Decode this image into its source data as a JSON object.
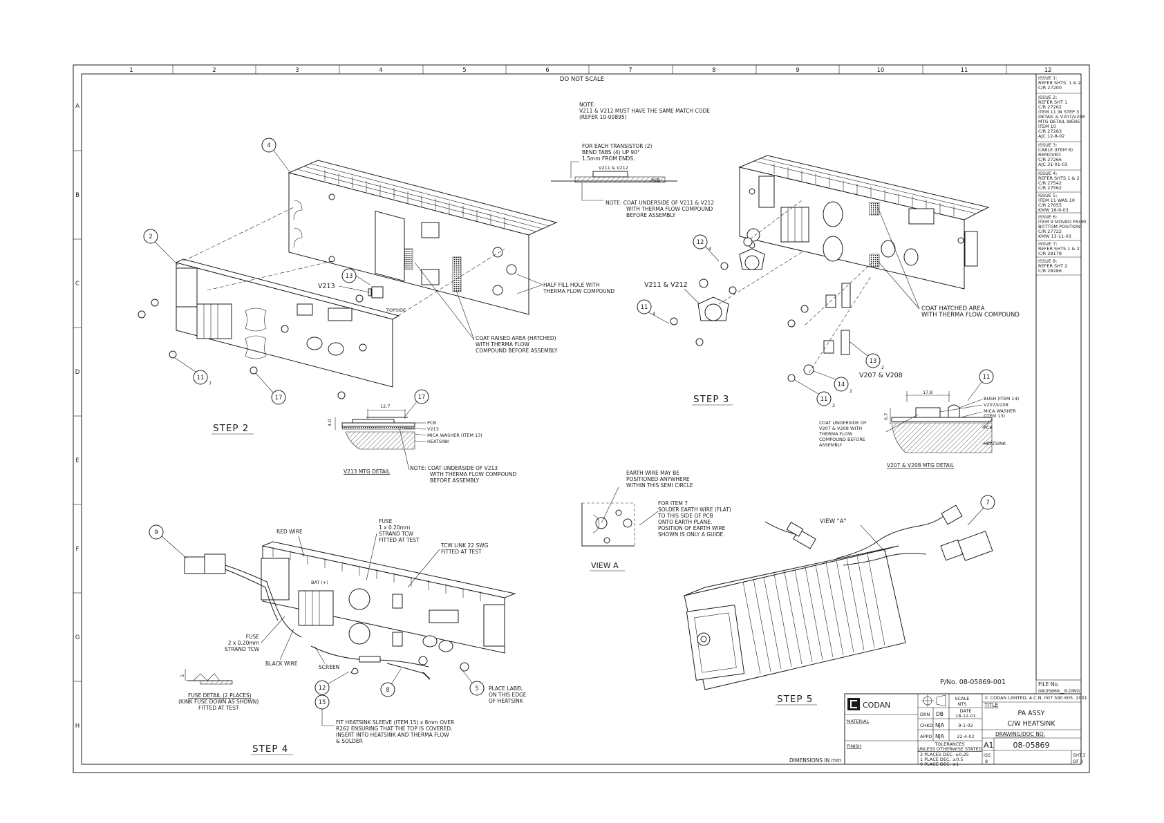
{
  "frame": {
    "col_labels": [
      "1",
      "2",
      "3",
      "4",
      "5",
      "6",
      "7",
      "8",
      "9",
      "10",
      "11",
      "12"
    ],
    "row_labels": [
      "A",
      "B",
      "C",
      "D",
      "E",
      "F",
      "G",
      "H"
    ],
    "do_not_scale": "DO NOT SCALE"
  },
  "notes": {
    "match_note_1": "NOTE:",
    "match_note_2": "V211 & V212 MUST HAVE THE SAME MATCH CODE",
    "match_note_3": "(REFER 10-00895)",
    "bend_1": "FOR EACH TRANSISTOR (2)",
    "bend_2": "BEND TABS (4) UP 90°",
    "bend_3": "1.5mm FROM ENDS.",
    "bend_small": "V211 & V212",
    "bend_pcb": "PCB",
    "coat_v211_1": "NOTE: COAT UNDERSIDE OF V211 & V212",
    "coat_v211_2": "WITH THERMA FLOW COMPOUND",
    "coat_v211_3": "BEFORE ASSEMBLY"
  },
  "step2": {
    "label": "STEP 2",
    "v213": "V213",
    "topside": "TOPSIDE",
    "half_fill_1": "HALF FILL HOLE WITH",
    "half_fill_2": "THERMA FLOW COMPOUND",
    "coat_raised_1": "COAT RAISED AREA (HATCHED)",
    "coat_raised_2": "WITH THERMA FLOW",
    "coat_raised_3": "COMPOUND BEFORE ASSEMBLY",
    "balloons": [
      "4",
      "2",
      "13",
      "11",
      "17"
    ],
    "sub_7": "7"
  },
  "v213_detail": {
    "title": "V213 MTG DETAIL",
    "dim_w": "12.7",
    "dim_h": "4.0",
    "balloon": "17",
    "labels": [
      "PCB",
      "V213",
      "MICA WASHER (ITEM 13)",
      "HEATSINK"
    ],
    "note_1": "NOTE: COAT UNDERSIDE OF V213",
    "note_2": "WITH THERMA FLOW COMPOUND",
    "note_3": "BEFORE ASSEMBLY"
  },
  "step3": {
    "label": "STEP 3",
    "v211": "V211 & V212",
    "v207": "V207 & V208",
    "coat_hatched_1": "COAT HATCHED AREA",
    "coat_hatched_2": "WITH THERMA FLOW COMPOUND",
    "balloons": [
      "12",
      "11",
      "13",
      "14",
      "11",
      "11"
    ],
    "subs": [
      "4",
      "4",
      "2",
      "2",
      "2"
    ]
  },
  "v207_detail": {
    "title": "V207 & V208 MTG DETAIL",
    "dim_w": "17.8",
    "dim_h": "6.7",
    "labels": [
      "BUSH (ITEM 14)",
      "V207/V208",
      "MICA WASHER",
      "(ITEM 13)",
      "PCB",
      "HEATSINK"
    ],
    "coat_1": "COAT UNDERSIDE OF",
    "coat_2": "V207 & V208 WITH",
    "coat_3": "THERMA FLOW",
    "coat_4": "COMPOUND BEFORE",
    "coat_5": "ASSEMBLY"
  },
  "view_a": {
    "label": "VIEW A",
    "earth_1": "EARTH WIRE MAY BE",
    "earth_2": "POSITIONED ANYWHERE",
    "earth_3": "WITHIN THIS SEMI CIRCLE",
    "item7_1": "FOR ITEM 7",
    "item7_2": "SOLDER EARTH WIRE (FLAT)",
    "item7_3": "TO THIS SIDE OF PCB",
    "item7_4": "ONTO EARTH PLANE.",
    "item7_5": "POSITION OF EARTH WIRE",
    "item7_6": "SHOWN IS ONLY A GUIDE"
  },
  "step4": {
    "label": "STEP 4",
    "red_wire": "RED WIRE",
    "fuse_1": "FUSE",
    "fuse_2": "1 x 0.20mm",
    "fuse_3": "STRAND TCW",
    "fuse_4": "FITTED AT TEST",
    "tcw_1": "TCW LINK 22 SWG",
    "tcw_2": "FITTED AT TEST",
    "bat": "BAT (+)",
    "fuse2_1": "FUSE",
    "fuse2_2": "2 x 0.20mm",
    "fuse2_3": "STRAND TCW",
    "black_wire": "BLACK WIRE",
    "screen": "SCREEN",
    "fuse_detail_1": "FUSE DETAIL (2 PLACES)",
    "fuse_detail_2": "(KINK FUSE DOWN AS SHOWN)",
    "fuse_detail_3": "FITTED AT TEST",
    "fuse_dim": "5",
    "place_1": "PLACE LABEL",
    "place_2": "ON THIS EDGE",
    "place_3": "OF HEATSINK",
    "sleeve_1": "FIT HEATSINK SLEEVE (ITEM 15) x 8mm OVER",
    "sleeve_2": "R262 ENSURING THAT THE TOP IS COVERED.",
    "sleeve_3": "INSERT INTO HEATSINK AND THERMA FLOW",
    "sleeve_4": "& SOLDER",
    "balloons": [
      "9",
      "12",
      "15",
      "8",
      "5"
    ]
  },
  "step5": {
    "label": "STEP 5",
    "view": "VIEW \"A\"",
    "balloon": "7",
    "pn": "P/No. 08-05869-001"
  },
  "issues": [
    [
      "ISSUE 1:",
      "REFER SHTS. 1 & 2",
      "C/R 27200"
    ],
    [
      "ISSUE 2:",
      "REFER SHT 1",
      "C/R 27262",
      "ITEM 11 IN STEP 3",
      "DETAIL & V207/V208",
      "MTG DETAIL WERE",
      "ITEM 10",
      "C/R 27263",
      "AJC 12-8-02"
    ],
    [
      "ISSUE 3:",
      "CABLE (ITEM 6)",
      "REMOVED",
      "C/R 27266",
      "AJC   31-01-03"
    ],
    [
      "ISSUE 4:",
      "REFER SHTS 1 & 2",
      "C/R 27542",
      "C/R 27562"
    ],
    [
      "ISSUE 5:",
      "ITEM 11 WAS 10",
      "C/R 27655",
      "KMW 16-9-03"
    ],
    [
      "ISSUE 6:",
      "ITEM 9 MOVED FROM",
      "BOTTOM POSITION",
      "C/R 27722",
      "KMW 13-11-03"
    ],
    [
      "ISSUE 7:",
      "REFER SHTS 1 & 2",
      "C/R 28178"
    ],
    [
      "ISSUE 8:",
      "REFER SHT 2",
      "C/R 28286"
    ]
  ],
  "title_block": {
    "file_label": "FILE No.",
    "file_value": "08\\05869__8.DWG",
    "copyright": "© CODAN LIMITED, A.C.N. 007 590 605. 2001",
    "title_label": "TITLE",
    "title_1": "PA ASSY",
    "title_2": "C/W HEATSINK",
    "company": "CODAN",
    "scale_label": "SCALE",
    "scale_value": "NTS",
    "date_label": "DATE",
    "drn": "DRN",
    "drn_by": "DB",
    "drn_date": "18-12-01",
    "chkd": "CHKD",
    "chkd_by": "NJA",
    "chkd_date": "9-1-02",
    "appd": "APPD",
    "appd_by": "NJA",
    "appd_date": "22-4-02",
    "material": "MATERIAL",
    "finish": "FINISH",
    "tolerances": "TOLERANCES",
    "unless": "UNLESS OTHERWISE STATED",
    "tol_1": "2 PLACES DEC.  ±0.25",
    "tol_2": "1 PLACE DEC.    ±0.5",
    "tol_3": "0 PLACE DEC.     ±1",
    "size": "A1",
    "drawing_label": "DRAWING/DOC NO.",
    "drawing_no": "08-05869",
    "iss_label": "ISS",
    "iss_value": "8",
    "sht": "SHT.3",
    "of": "OF 3",
    "dimensions": "DIMENSIONS IN mm"
  }
}
